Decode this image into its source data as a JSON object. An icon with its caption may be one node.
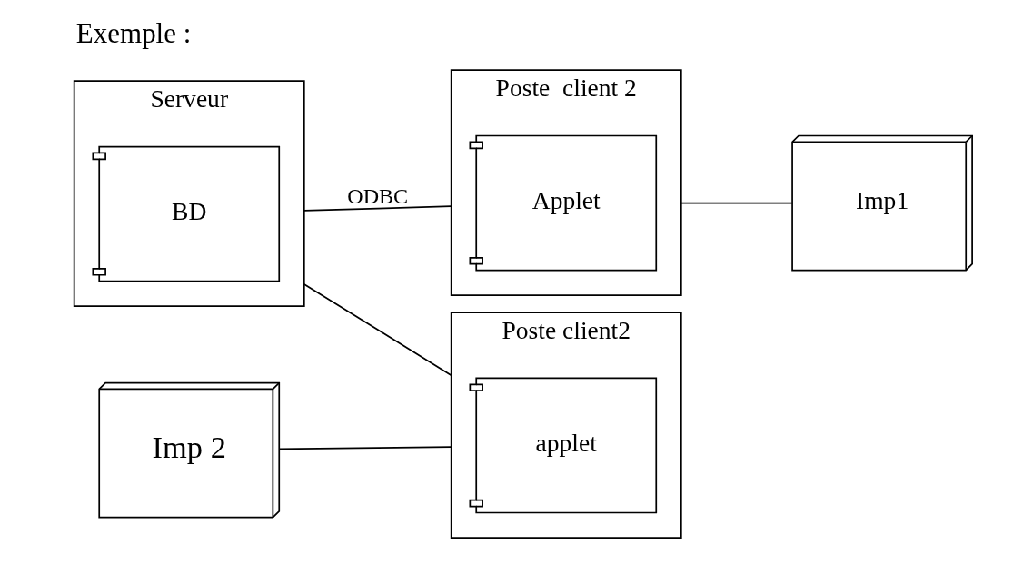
{
  "diagram": {
    "title": "Exemple :",
    "nodes": [
      {
        "text": [
          "Serveur"
        ]
      },
      {
        "text": [
          "BD"
        ],
        "in": 0
      },
      {
        "text": [
          "Poste  client 2"
        ]
      },
      {
        "text": [
          "Applet"
        ],
        "in": 2
      },
      {
        "text": [
          "Imp 2"
        ]
      },
      {
        "text": [
          "Poste client2"
        ]
      },
      {
        "text": [
          "applet"
        ],
        "in": 5
      },
      {
        "text": [
          "Imp1"
        ]
      }
    ],
    "edges": [
      {
        "from": 0,
        "to": 2,
        "arrow": "none",
        "label": "ODBC"
      },
      {
        "from": 0,
        "to": 5,
        "arrow": "none"
      },
      {
        "from": 2,
        "to": 7,
        "arrow": "none"
      },
      {
        "from": 4,
        "to": 5,
        "arrow": "none"
      }
    ]
  }
}
